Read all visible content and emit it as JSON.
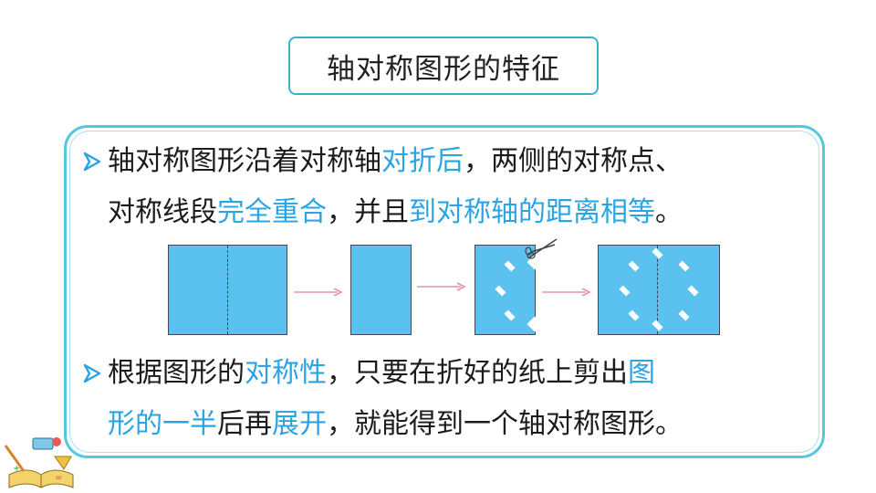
{
  "title": "轴对称图形的特征",
  "points": [
    {
      "lines": [
        [
          {
            "text": "轴对称图形沿着对称轴",
            "hl": false
          },
          {
            "text": "对折后",
            "hl": true
          },
          {
            "text": "，两侧的对称点、",
            "hl": false
          }
        ],
        [
          {
            "text": "对称线段",
            "hl": false
          },
          {
            "text": "完全重合",
            "hl": true
          },
          {
            "text": "，并且",
            "hl": false
          },
          {
            "text": "到对称轴的距离相等",
            "hl": true
          },
          {
            "text": "。",
            "hl": false
          }
        ]
      ]
    },
    {
      "lines": [
        [
          {
            "text": "根据图形的",
            "hl": false
          },
          {
            "text": "对称性",
            "hl": true
          },
          {
            "text": "，只要在折好的纸上剪出",
            "hl": false
          },
          {
            "text": "图",
            "hl": true
          }
        ],
        [
          {
            "text": "形的一半",
            "hl": true
          },
          {
            "text": "后再",
            "hl": false
          },
          {
            "text": "展开",
            "hl": true
          },
          {
            "text": "，就能得到一个轴对称图形。",
            "hl": false
          }
        ]
      ]
    }
  ],
  "colors": {
    "highlight": "#2aa4e2",
    "border": "#55c8dd",
    "paper": "#5bc2ef",
    "arrow": "#e88fb0"
  },
  "icons": [
    "bullet-arrow-icon",
    "scissors-icon",
    "stationery-decoration-icon"
  ]
}
